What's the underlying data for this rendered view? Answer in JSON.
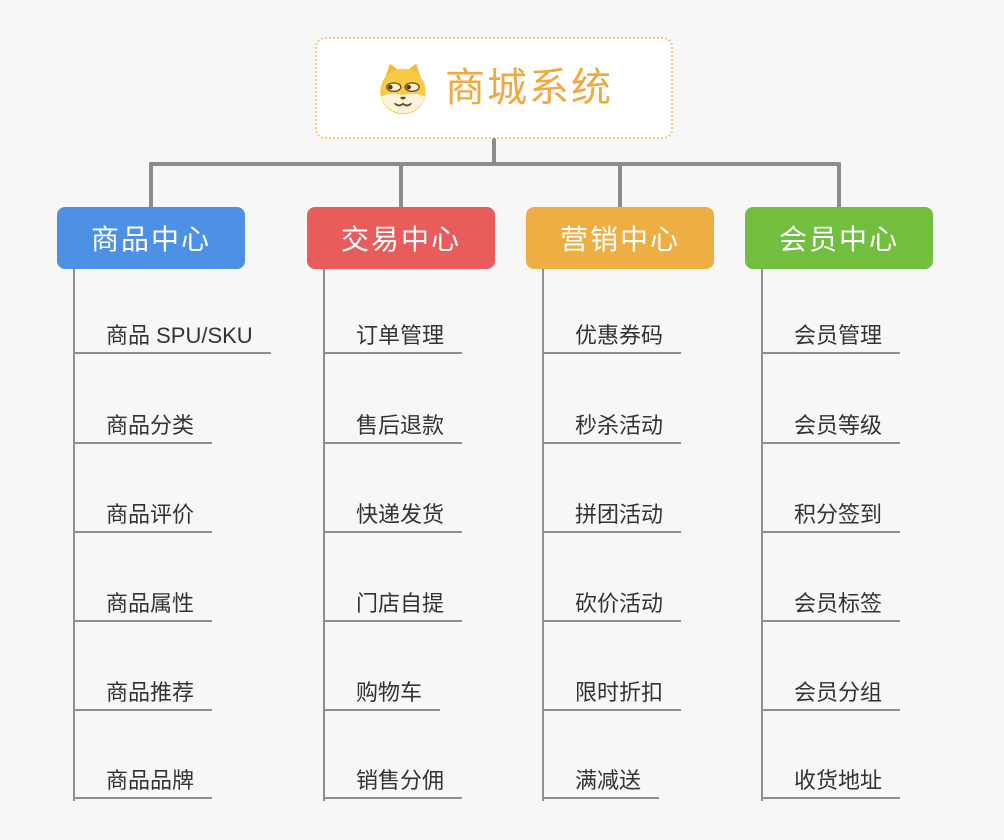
{
  "root": {
    "title": "商城系统",
    "icon": "dog-icon"
  },
  "colors": {
    "background": "#F7F7F8",
    "connector": "#8C8C8C",
    "root_border": "#F5C87F",
    "root_text": "#F0A840",
    "item_text": "#333333",
    "item_line": "#8F8F8F"
  },
  "branches": [
    {
      "label": "商品中心",
      "color": "#4E90E3",
      "items": [
        "商品 SPU/SKU",
        "商品分类",
        "商品评价",
        "商品属性",
        "商品推荐",
        "商品品牌"
      ]
    },
    {
      "label": "交易中心",
      "color": "#E85C5C",
      "items": [
        "订单管理",
        "售后退款",
        "快递发货",
        "门店自提",
        "购物车",
        "销售分佣"
      ]
    },
    {
      "label": "营销中心",
      "color": "#EDAF43",
      "items": [
        "优惠券码",
        "秒杀活动",
        "拼团活动",
        "砍价活动",
        "限时折扣",
        "满减送"
      ]
    },
    {
      "label": "会员中心",
      "color": "#72BE3F",
      "items": [
        "会员管理",
        "会员等级",
        "积分签到",
        "会员标签",
        "会员分组",
        "收货地址"
      ]
    }
  ]
}
